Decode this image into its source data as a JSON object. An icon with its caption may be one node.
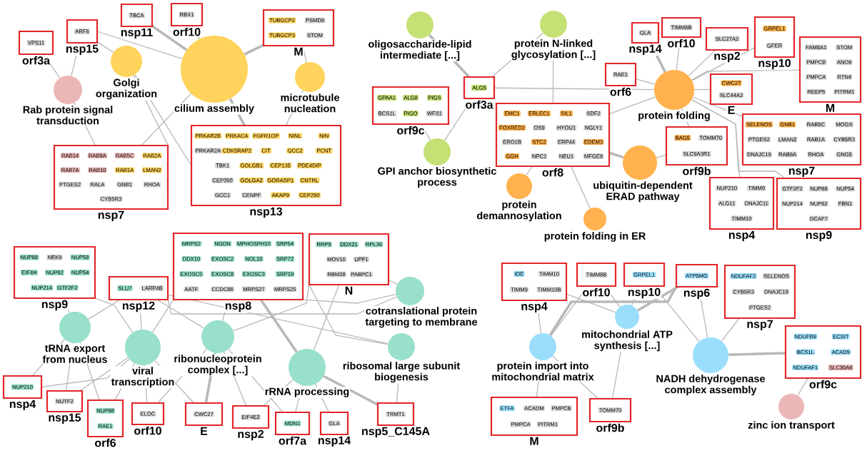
{
  "diagram": {
    "nodes": [
      {
        "text": [
          "cilium assembly"
        ]
      },
      {
        "text": [
          "Golgi organization"
        ]
      },
      {
        "text": [
          "Rab protein signal transduction"
        ]
      },
      {
        "text": [
          "microtubule nucleation"
        ]
      },
      {
        "text": [
          "VPS11",
          "orf3a"
        ]
      },
      {
        "text": [
          "ARF6",
          "nsp15"
        ]
      },
      {
        "text": [
          "TBCA",
          "nsp11"
        ]
      },
      {
        "text": [
          "RBX1",
          "orf10"
        ]
      },
      {
        "text": [
          "TUBGCP2",
          "PSMD8",
          "TUBGCP3",
          "STOM",
          "M"
        ]
      },
      {
        "text": [
          "RAB14",
          "RAB8A",
          "RAB5C",
          "RAB2A",
          "RAB7A",
          "RAB10",
          "RAB1A",
          "LMAN2",
          "PTGES2",
          "RALA",
          "GNB1",
          "RHOA",
          "CYB5R3",
          "nsp7"
        ]
      },
      {
        "text": [
          "PRKAR2B",
          "PRKACA",
          "FGFR1OP",
          "NINL",
          "NIN",
          "PRKAR2A",
          "CDK5RAP2",
          "CIT",
          "GCC2",
          "PCNT",
          "TBK1",
          "GOLGB1",
          "CEP135",
          "PDE4DIP",
          "CEP350",
          "GOLGA2",
          "GORASP1",
          "CNTRL",
          "GCC1",
          "CENPF",
          "AKAP9",
          "CEP250",
          "nsp13"
        ]
      },
      {
        "text": [
          "oligosaccharide-lipid intermediate [...]"
        ]
      },
      {
        "text": [
          "protein N-linked glycosylation [...]"
        ]
      },
      {
        "text": [
          "GPI anchor biosynthetic process"
        ]
      },
      {
        "text": [
          "ALG5",
          "orf3a"
        ]
      },
      {
        "text": [
          "GPAA1",
          "ALG8",
          "PIGS",
          "BCS1L",
          "PIGO",
          "WFS1",
          "orf9c"
        ]
      },
      {
        "text": [
          "protein folding"
        ]
      },
      {
        "text": [
          "ubiquitin-dependent ERAD pathway"
        ]
      },
      {
        "text": [
          "protein demannosylation"
        ]
      },
      {
        "text": [
          "protein folding in ER"
        ]
      },
      {
        "text": [
          "EMC1",
          "ERLEC1",
          "SIL1",
          "SDF2",
          "FOXRED2",
          "OS9",
          "HYOU1",
          "NGLY1",
          "ERO1B",
          "STC2",
          "ERP44",
          "EDEM3",
          "GGH",
          "NPC2",
          "NEU1",
          "MFGE8",
          "orf8"
        ]
      },
      {
        "text": [
          "GLA",
          "nsp14"
        ]
      },
      {
        "text": [
          "TIMM8B",
          "orf10"
        ]
      },
      {
        "text": [
          "SLC27A2",
          "nsp2"
        ]
      },
      {
        "text": [
          "RAE1",
          "orf6"
        ]
      },
      {
        "text": [
          "GRPEL1",
          "GFER",
          "nsp10"
        ]
      },
      {
        "text": [
          "CWC27",
          "SLC44A2",
          "E"
        ]
      },
      {
        "text": [
          "FAM8A1",
          "STOM",
          "PMPCB",
          "ANO6",
          "PMPCA",
          "RTN4",
          "REEP5",
          "PITRM1",
          "M"
        ]
      },
      {
        "text": [
          "SELENOS",
          "GNB1",
          "RAB5C",
          "MOGS",
          "PTGES2",
          "LMAN2",
          "RAB1A",
          "CYB5R3",
          "DNAJC19",
          "RAB8A",
          "RHOA",
          "GNG5",
          "nsp7"
        ]
      },
      {
        "text": [
          "BAG5",
          "TOMM70",
          "SLC9A3R1",
          "orf9b"
        ]
      },
      {
        "text": [
          "NUP210",
          "TIMM9",
          "ALG11",
          "DNAJC11",
          "TIMM10",
          "nsp4"
        ]
      },
      {
        "text": [
          "GTF2F2",
          "NUP88",
          "NUP54",
          "NUP214",
          "NUP62",
          "FBN1",
          "DCAF7",
          "nsp9"
        ]
      },
      {
        "text": [
          "tRNA export from nucleus"
        ]
      },
      {
        "text": [
          "viral transcription"
        ]
      },
      {
        "text": [
          "ribonucleoprotein complex [...]"
        ]
      },
      {
        "text": [
          "rRNA processing"
        ]
      },
      {
        "text": [
          "cotranslational protein targeting to membrane"
        ]
      },
      {
        "text": [
          "ribosomal large subunit biogenesis"
        ]
      },
      {
        "text": [
          "NUP88",
          "NEK9",
          "NUP58",
          "EIF4H",
          "NUP62",
          "NUP54",
          "NUP214",
          "GTF2F2",
          "nsp9"
        ]
      },
      {
        "text": [
          "SLU7",
          "LARP4B",
          "nsp12"
        ]
      },
      {
        "text": [
          "MRPS2",
          "NGDN",
          "MPHOSPH10",
          "SRP54",
          "DDX10",
          "EXOSC2",
          "NOL10",
          "SRP72",
          "EXOSC5",
          "EXOSC8",
          "EXOSC3",
          "SRP19",
          "AATF",
          "CCDC86",
          "MRPS27",
          "MRPS25",
          "nsp8"
        ]
      },
      {
        "text": [
          "RRP9",
          "DDX21",
          "RPL36",
          "MOV10",
          "UPF1",
          "RBM28",
          "PABPC1",
          "N"
        ]
      },
      {
        "text": [
          "NUP210",
          "nsp4"
        ]
      },
      {
        "text": [
          "NUTF2",
          "nsp15"
        ]
      },
      {
        "text": [
          "NUP98",
          "RAE1",
          "orf6"
        ]
      },
      {
        "text": [
          "ELOC",
          "orf10"
        ]
      },
      {
        "text": [
          "CWC27",
          "E"
        ]
      },
      {
        "text": [
          "EIF4E2",
          "nsp2"
        ]
      },
      {
        "text": [
          "MDN1",
          "orf7a"
        ]
      },
      {
        "text": [
          "GLA",
          "nsp14"
        ]
      },
      {
        "text": [
          "TRMT1",
          "nsp5_C145A"
        ]
      },
      {
        "text": [
          "mitochondrial ATP synthesis [...]"
        ]
      },
      {
        "text": [
          "protein import into mitochondrial matrix"
        ]
      },
      {
        "text": [
          "NADH dehydrogenase complex assembly"
        ]
      },
      {
        "text": [
          "zinc ion transport"
        ]
      },
      {
        "text": [
          "IDE",
          "TIMM10",
          "TIMM9",
          "TIMM10B",
          "nsp4"
        ]
      },
      {
        "text": [
          "TIMM8B",
          "orf10"
        ]
      },
      {
        "text": [
          "GRPEL1",
          "nsp10"
        ]
      },
      {
        "text": [
          "ATP5MG",
          "nsp6"
        ]
      },
      {
        "text": [
          "NDUFAF2",
          "SELENOS",
          "CYB5R3",
          "DNAJC19",
          "PTGES2",
          "nsp7"
        ]
      },
      {
        "text": [
          "NDUFB9",
          "ECSIT",
          "BCS1L",
          "ACAD9",
          "NDUFAF1",
          "SLC30A6",
          "orf9c"
        ]
      },
      {
        "text": [
          "ETFA",
          "ACADM",
          "PMPCB",
          "PMPCA",
          "PITRM1",
          "M"
        ]
      },
      {
        "text": [
          "TOMM70",
          "orf9b"
        ]
      }
    ],
    "edges": [
      {
        "from": 0,
        "to": 6,
        "arrow": "none",
        "style": "thick"
      },
      {
        "from": 0,
        "to": 7,
        "arrow": "none"
      },
      {
        "from": 0,
        "to": 5,
        "arrow": "none"
      },
      {
        "from": 0,
        "to": 8,
        "arrow": "none",
        "style": "thick"
      },
      {
        "from": 0,
        "to": 10,
        "arrow": "none",
        "style": "thick"
      },
      {
        "from": 0,
        "to": 9,
        "arrow": "none"
      },
      {
        "from": 1,
        "to": 5,
        "arrow": "none"
      },
      {
        "from": 1,
        "to": 9,
        "arrow": "none"
      },
      {
        "from": 1,
        "to": 10,
        "arrow": "none"
      },
      {
        "from": 2,
        "to": 4,
        "arrow": "none"
      },
      {
        "from": 2,
        "to": 5,
        "arrow": "none"
      },
      {
        "from": 2,
        "to": 9,
        "arrow": "none"
      },
      {
        "from": 3,
        "to": 8,
        "arrow": "none"
      },
      {
        "from": 3,
        "to": 10,
        "arrow": "none"
      },
      {
        "from": 11,
        "to": 14,
        "arrow": "none",
        "style": "thick"
      },
      {
        "from": 12,
        "to": 14,
        "arrow": "none"
      },
      {
        "from": 12,
        "to": 20,
        "arrow": "none"
      },
      {
        "from": 13,
        "to": 14,
        "arrow": "none"
      },
      {
        "from": 13,
        "to": 15,
        "arrow": "none"
      },
      {
        "from": 16,
        "to": 14,
        "arrow": "none"
      },
      {
        "from": 16,
        "to": 21,
        "arrow": "none",
        "style": "thick"
      },
      {
        "from": 16,
        "to": 22,
        "arrow": "none"
      },
      {
        "from": 16,
        "to": 23,
        "arrow": "none"
      },
      {
        "from": 16,
        "to": 24,
        "arrow": "none"
      },
      {
        "from": 16,
        "to": 25,
        "arrow": "none"
      },
      {
        "from": 16,
        "to": 26,
        "arrow": "none"
      },
      {
        "from": 16,
        "to": 27,
        "arrow": "none"
      },
      {
        "from": 16,
        "to": 28,
        "arrow": "none"
      },
      {
        "from": 16,
        "to": 29,
        "arrow": "none"
      },
      {
        "from": 16,
        "to": 30,
        "arrow": "none"
      },
      {
        "from": 16,
        "to": 31,
        "arrow": "none"
      },
      {
        "from": 16,
        "to": 20,
        "arrow": "none"
      },
      {
        "from": 17,
        "to": 20,
        "arrow": "none",
        "style": "thick"
      },
      {
        "from": 17,
        "to": 29,
        "arrow": "none"
      },
      {
        "from": 18,
        "to": 20,
        "arrow": "none"
      },
      {
        "from": 19,
        "to": 20,
        "arrow": "none"
      },
      {
        "from": 32,
        "to": 38,
        "arrow": "none"
      },
      {
        "from": 32,
        "to": 39,
        "arrow": "none"
      },
      {
        "from": 32,
        "to": 42,
        "arrow": "none"
      },
      {
        "from": 32,
        "to": 43,
        "arrow": "none"
      },
      {
        "from": 32,
        "to": 44,
        "arrow": "none"
      },
      {
        "from": 33,
        "to": 38,
        "arrow": "none"
      },
      {
        "from": 33,
        "to": 39,
        "arrow": "none"
      },
      {
        "from": 33,
        "to": 40,
        "arrow": "none"
      },
      {
        "from": 33,
        "to": 42,
        "arrow": "none"
      },
      {
        "from": 33,
        "to": 43,
        "arrow": "none"
      },
      {
        "from": 33,
        "to": 44,
        "arrow": "none"
      },
      {
        "from": 33,
        "to": 45,
        "arrow": "none"
      },
      {
        "from": 33,
        "to": 46,
        "arrow": "none"
      },
      {
        "from": 34,
        "to": 40,
        "arrow": "none"
      },
      {
        "from": 34,
        "to": 39,
        "arrow": "none"
      },
      {
        "from": 34,
        "to": 41,
        "arrow": "none"
      },
      {
        "from": 34,
        "to": 45,
        "arrow": "none"
      },
      {
        "from": 34,
        "to": 46,
        "arrow": "none",
        "style": "thick"
      },
      {
        "from": 34,
        "to": 47,
        "arrow": "none"
      },
      {
        "from": 34,
        "to": 48,
        "arrow": "none"
      },
      {
        "from": 35,
        "to": 40,
        "arrow": "none",
        "style": "thick"
      },
      {
        "from": 35,
        "to": 41,
        "arrow": "none"
      },
      {
        "from": 35,
        "to": 47,
        "arrow": "none"
      },
      {
        "from": 35,
        "to": 48,
        "arrow": "none"
      },
      {
        "from": 35,
        "to": 49,
        "arrow": "none"
      },
      {
        "from": 35,
        "to": 50,
        "arrow": "none",
        "style": "thick"
      },
      {
        "from": 36,
        "to": 40,
        "arrow": "none"
      },
      {
        "from": 36,
        "to": 41,
        "arrow": "none"
      },
      {
        "from": 36,
        "to": 39,
        "arrow": "none"
      },
      {
        "from": 37,
        "to": 41,
        "arrow": "none"
      },
      {
        "from": 37,
        "to": 50,
        "arrow": "none"
      },
      {
        "from": 37,
        "to": 39,
        "arrow": "none"
      },
      {
        "from": 51,
        "to": 56,
        "arrow": "none"
      },
      {
        "from": 51,
        "to": 57,
        "arrow": "none"
      },
      {
        "from": 51,
        "to": 58,
        "arrow": "none",
        "style": "thick"
      },
      {
        "from": 51,
        "to": 62,
        "arrow": "none"
      },
      {
        "from": 51,
        "to": 55,
        "arrow": "none"
      },
      {
        "from": 52,
        "to": 55,
        "arrow": "none"
      },
      {
        "from": 52,
        "to": 56,
        "arrow": "none"
      },
      {
        "from": 52,
        "to": 58,
        "arrow": "none",
        "style": "thick"
      },
      {
        "from": 52,
        "to": 62,
        "arrow": "none"
      },
      {
        "from": 52,
        "to": 61,
        "arrow": "none"
      },
      {
        "from": 53,
        "to": 57,
        "arrow": "none"
      },
      {
        "from": 53,
        "to": 58,
        "arrow": "none"
      },
      {
        "from": 53,
        "to": 59,
        "arrow": "none"
      },
      {
        "from": 53,
        "to": 60,
        "arrow": "none",
        "style": "thick"
      },
      {
        "from": 54,
        "to": 60,
        "arrow": "none"
      }
    ]
  }
}
